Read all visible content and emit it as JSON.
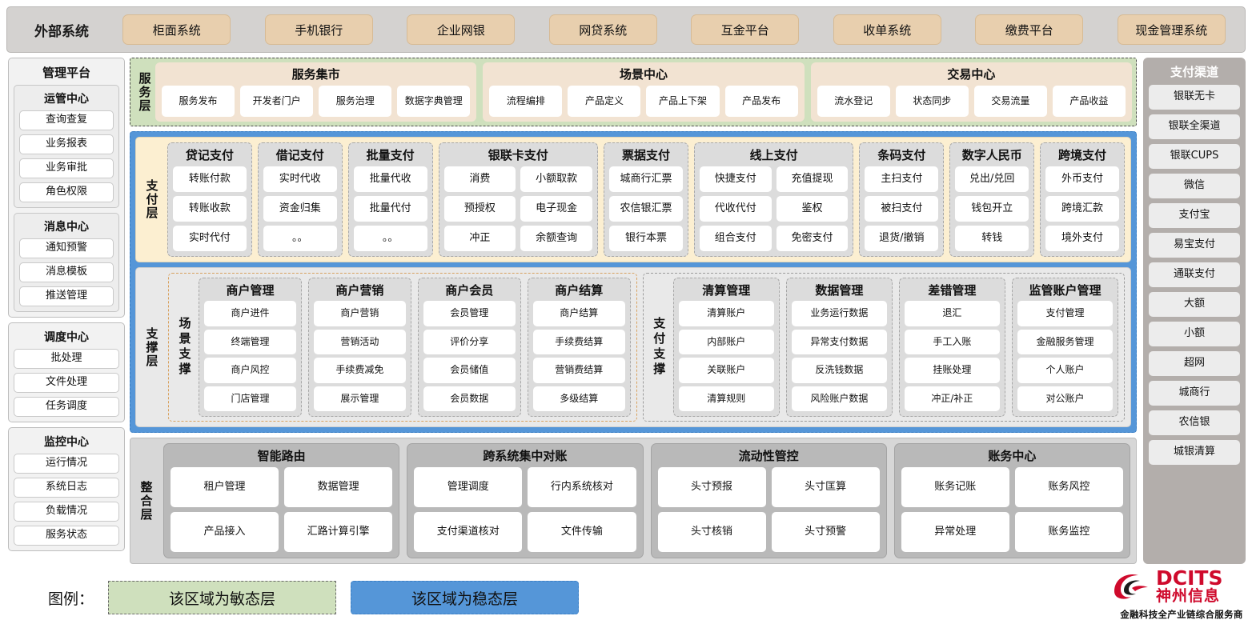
{
  "external": {
    "title": "外部系统",
    "items": [
      "柜面系统",
      "手机银行",
      "企业网银",
      "网贷系统",
      "互金平台",
      "收单系统",
      "缴费平台",
      "现金管理系统"
    ]
  },
  "management": {
    "title": "管理平台",
    "groups": [
      {
        "title": "运管中心",
        "items": [
          "查询查复",
          "业务报表",
          "业务审批",
          "角色权限"
        ]
      },
      {
        "title": "消息中心",
        "items": [
          "通知预警",
          "消息模板",
          "推送管理"
        ]
      }
    ],
    "standalone_groups": [
      {
        "title": "调度中心",
        "items": [
          "批处理",
          "文件处理",
          "任务调度"
        ]
      },
      {
        "title": "监控中心",
        "items": [
          "运行情况",
          "系统日志",
          "负载情况",
          "服务状态"
        ]
      }
    ]
  },
  "channels": {
    "title": "支付渠道",
    "items": [
      "银联无卡",
      "银联全渠道",
      "银联CUPS",
      "微信",
      "支付宝",
      "易宝支付",
      "通联支付",
      "大额",
      "小额",
      "超网",
      "城商行",
      "农信银",
      "城银清算"
    ]
  },
  "service_layer": {
    "label": "服务层",
    "groups": [
      {
        "title": "服务集市",
        "items": [
          "服务发布",
          "开发者门户",
          "服务治理",
          "数据字典管理"
        ]
      },
      {
        "title": "场景中心",
        "items": [
          "流程编排",
          "产品定义",
          "产品上下架",
          "产品发布"
        ]
      },
      {
        "title": "交易中心",
        "items": [
          "流水登记",
          "状态同步",
          "交易流量",
          "产品收益"
        ]
      }
    ]
  },
  "pay_layer": {
    "label": "支付层",
    "groups": [
      {
        "title": "贷记支付",
        "cols": 1,
        "rows": [
          [
            "转账付款"
          ],
          [
            "转账收款"
          ],
          [
            "实时代付"
          ]
        ]
      },
      {
        "title": "借记支付",
        "cols": 1,
        "rows": [
          [
            "实时代收"
          ],
          [
            "资金归集"
          ],
          [
            "。。"
          ]
        ]
      },
      {
        "title": "批量支付",
        "cols": 1,
        "rows": [
          [
            "批量代收"
          ],
          [
            "批量代付"
          ],
          [
            "。。"
          ]
        ]
      },
      {
        "title": "银联卡支付",
        "cols": 2,
        "rows": [
          [
            "消费",
            "小额取款"
          ],
          [
            "预授权",
            "电子现金"
          ],
          [
            "冲正",
            "余额查询"
          ]
        ]
      },
      {
        "title": "票据支付",
        "cols": 1,
        "rows": [
          [
            "城商行汇票"
          ],
          [
            "农信银汇票"
          ],
          [
            "银行本票"
          ]
        ]
      },
      {
        "title": "线上支付",
        "cols": 2,
        "rows": [
          [
            "快捷支付",
            "充值提现"
          ],
          [
            "代收代付",
            "鉴权"
          ],
          [
            "组合支付",
            "免密支付"
          ]
        ]
      },
      {
        "title": "条码支付",
        "cols": 1,
        "rows": [
          [
            "主扫支付"
          ],
          [
            "被扫支付"
          ],
          [
            "退货/撤销"
          ]
        ]
      },
      {
        "title": "数字人民币",
        "cols": 1,
        "rows": [
          [
            "兑出/兑回"
          ],
          [
            "钱包开立"
          ],
          [
            "转钱"
          ]
        ]
      },
      {
        "title": "跨境支付",
        "cols": 1,
        "rows": [
          [
            "外币支付"
          ],
          [
            "跨境汇款"
          ],
          [
            "境外支付"
          ]
        ]
      }
    ]
  },
  "support_layer": {
    "label": "支撑层",
    "zones": [
      {
        "label": "场景支撑",
        "groups": [
          {
            "title": "商户管理",
            "items": [
              "商户进件",
              "终端管理",
              "商户风控",
              "门店管理"
            ]
          },
          {
            "title": "商户营销",
            "items": [
              "商户营销",
              "营销活动",
              "手续费减免",
              "展示管理"
            ]
          },
          {
            "title": "商户会员",
            "items": [
              "会员管理",
              "评价分享",
              "会员储值",
              "会员数据"
            ]
          },
          {
            "title": "商户结算",
            "items": [
              "商户结算",
              "手续费结算",
              "营销费结算",
              "多级结算"
            ]
          }
        ]
      },
      {
        "label": "支付支撑",
        "groups": [
          {
            "title": "清算管理",
            "items": [
              "清算账户",
              "内部账户",
              "关联账户",
              "清算规则"
            ]
          },
          {
            "title": "数据管理",
            "items": [
              "业务运行数据",
              "异常支付数据",
              "反洗钱数据",
              "风险账户数据"
            ]
          },
          {
            "title": "差错管理",
            "items": [
              "退汇",
              "手工入账",
              "挂账处理",
              "冲正/补正"
            ]
          },
          {
            "title": "监管账户管理",
            "items": [
              "支付管理",
              "金融服务管理",
              "个人账户",
              "对公账户"
            ]
          }
        ]
      }
    ]
  },
  "integration_layer": {
    "label": "整合层",
    "groups": [
      {
        "title": "智能路由",
        "rows": [
          [
            "租户管理",
            "数据管理"
          ],
          [
            "产品接入",
            "汇路计算引擎"
          ]
        ]
      },
      {
        "title": "跨系统集中对账",
        "rows": [
          [
            "管理调度",
            "行内系统核对"
          ],
          [
            "支付渠道核对",
            "文件传输"
          ]
        ]
      },
      {
        "title": "流动性管控",
        "rows": [
          [
            "头寸预报",
            "头寸匡算"
          ],
          [
            "头寸核销",
            "头寸预警"
          ]
        ]
      },
      {
        "title": "账务中心",
        "rows": [
          [
            "账务记账",
            "账务风控"
          ],
          [
            "异常处理",
            "账务监控"
          ]
        ]
      }
    ]
  },
  "legend": {
    "label": "图例：",
    "agile": "该区域为敏态层",
    "stable": "该区域为稳态层"
  },
  "logo": {
    "en": "DCITS",
    "cn": "神州信息",
    "tagline": "金融科技全产业链综合服务商"
  },
  "colors": {
    "agile_green": "#cfe0bd",
    "stable_blue": "#5596d8",
    "external_tan": "#e8cfae",
    "pay_cream": "#fcefd1",
    "brand_red": "#cf0a2c"
  }
}
